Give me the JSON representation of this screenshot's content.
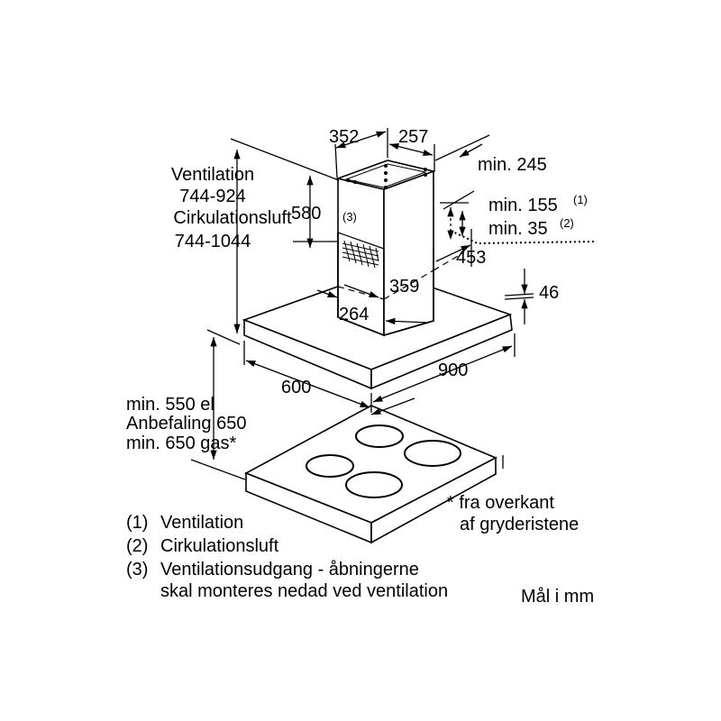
{
  "labels": {
    "vent_title": "Ventilation",
    "vent_range": "744-924",
    "circ_title": "Cirkulationsluft",
    "circ_range": "744-1044",
    "dim_352": "352",
    "dim_257": "257",
    "dim_min245": "min. 245",
    "dim_580": "580",
    "dim_min155": "min. 155",
    "sup_1": "(1)",
    "dim_min35": "min. 35",
    "sup_2": "(2)",
    "callout_3": "(3)",
    "dim_453": "453",
    "dim_359": "359",
    "dim_46": "46",
    "dim_264": "264",
    "dim_600": "600",
    "dim_900": "900",
    "clear_1": "min. 550 el",
    "clear_2": "Anbefaling 650",
    "clear_3": "min. 650 gas*",
    "note_1": "* fra overkant",
    "note_2": "af gryderistene",
    "unit": "Mål i mm"
  },
  "legend": [
    {
      "num": "(1)",
      "text": "Ventilation"
    },
    {
      "num": "(2)",
      "text": "Cirkulationsluft"
    },
    {
      "num": "(3)",
      "text": "Ventilationsudgang - åbningerne"
    },
    {
      "num": "",
      "text": "skal monteres nedad ved ventilation"
    }
  ]
}
